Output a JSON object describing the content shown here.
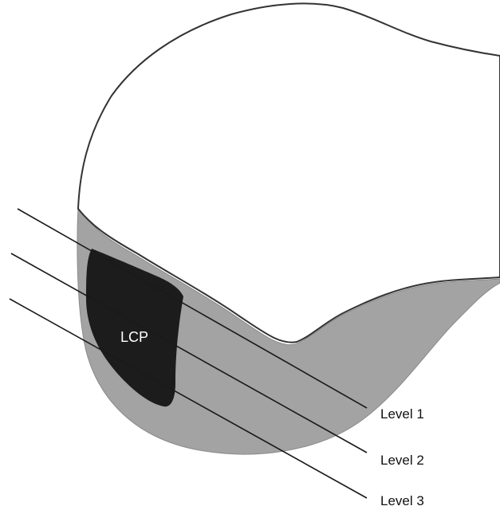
{
  "labels": {
    "lcp": "LCP",
    "level_1": "Level 1",
    "level_2": "Level 2",
    "level_3": "Level 3"
  },
  "colors": {
    "background": "#ffffff",
    "outer_region": "#a3a3a3",
    "lcp_region": "#1c1c1c",
    "outline": "#333333",
    "line": "#1a1a1a"
  }
}
